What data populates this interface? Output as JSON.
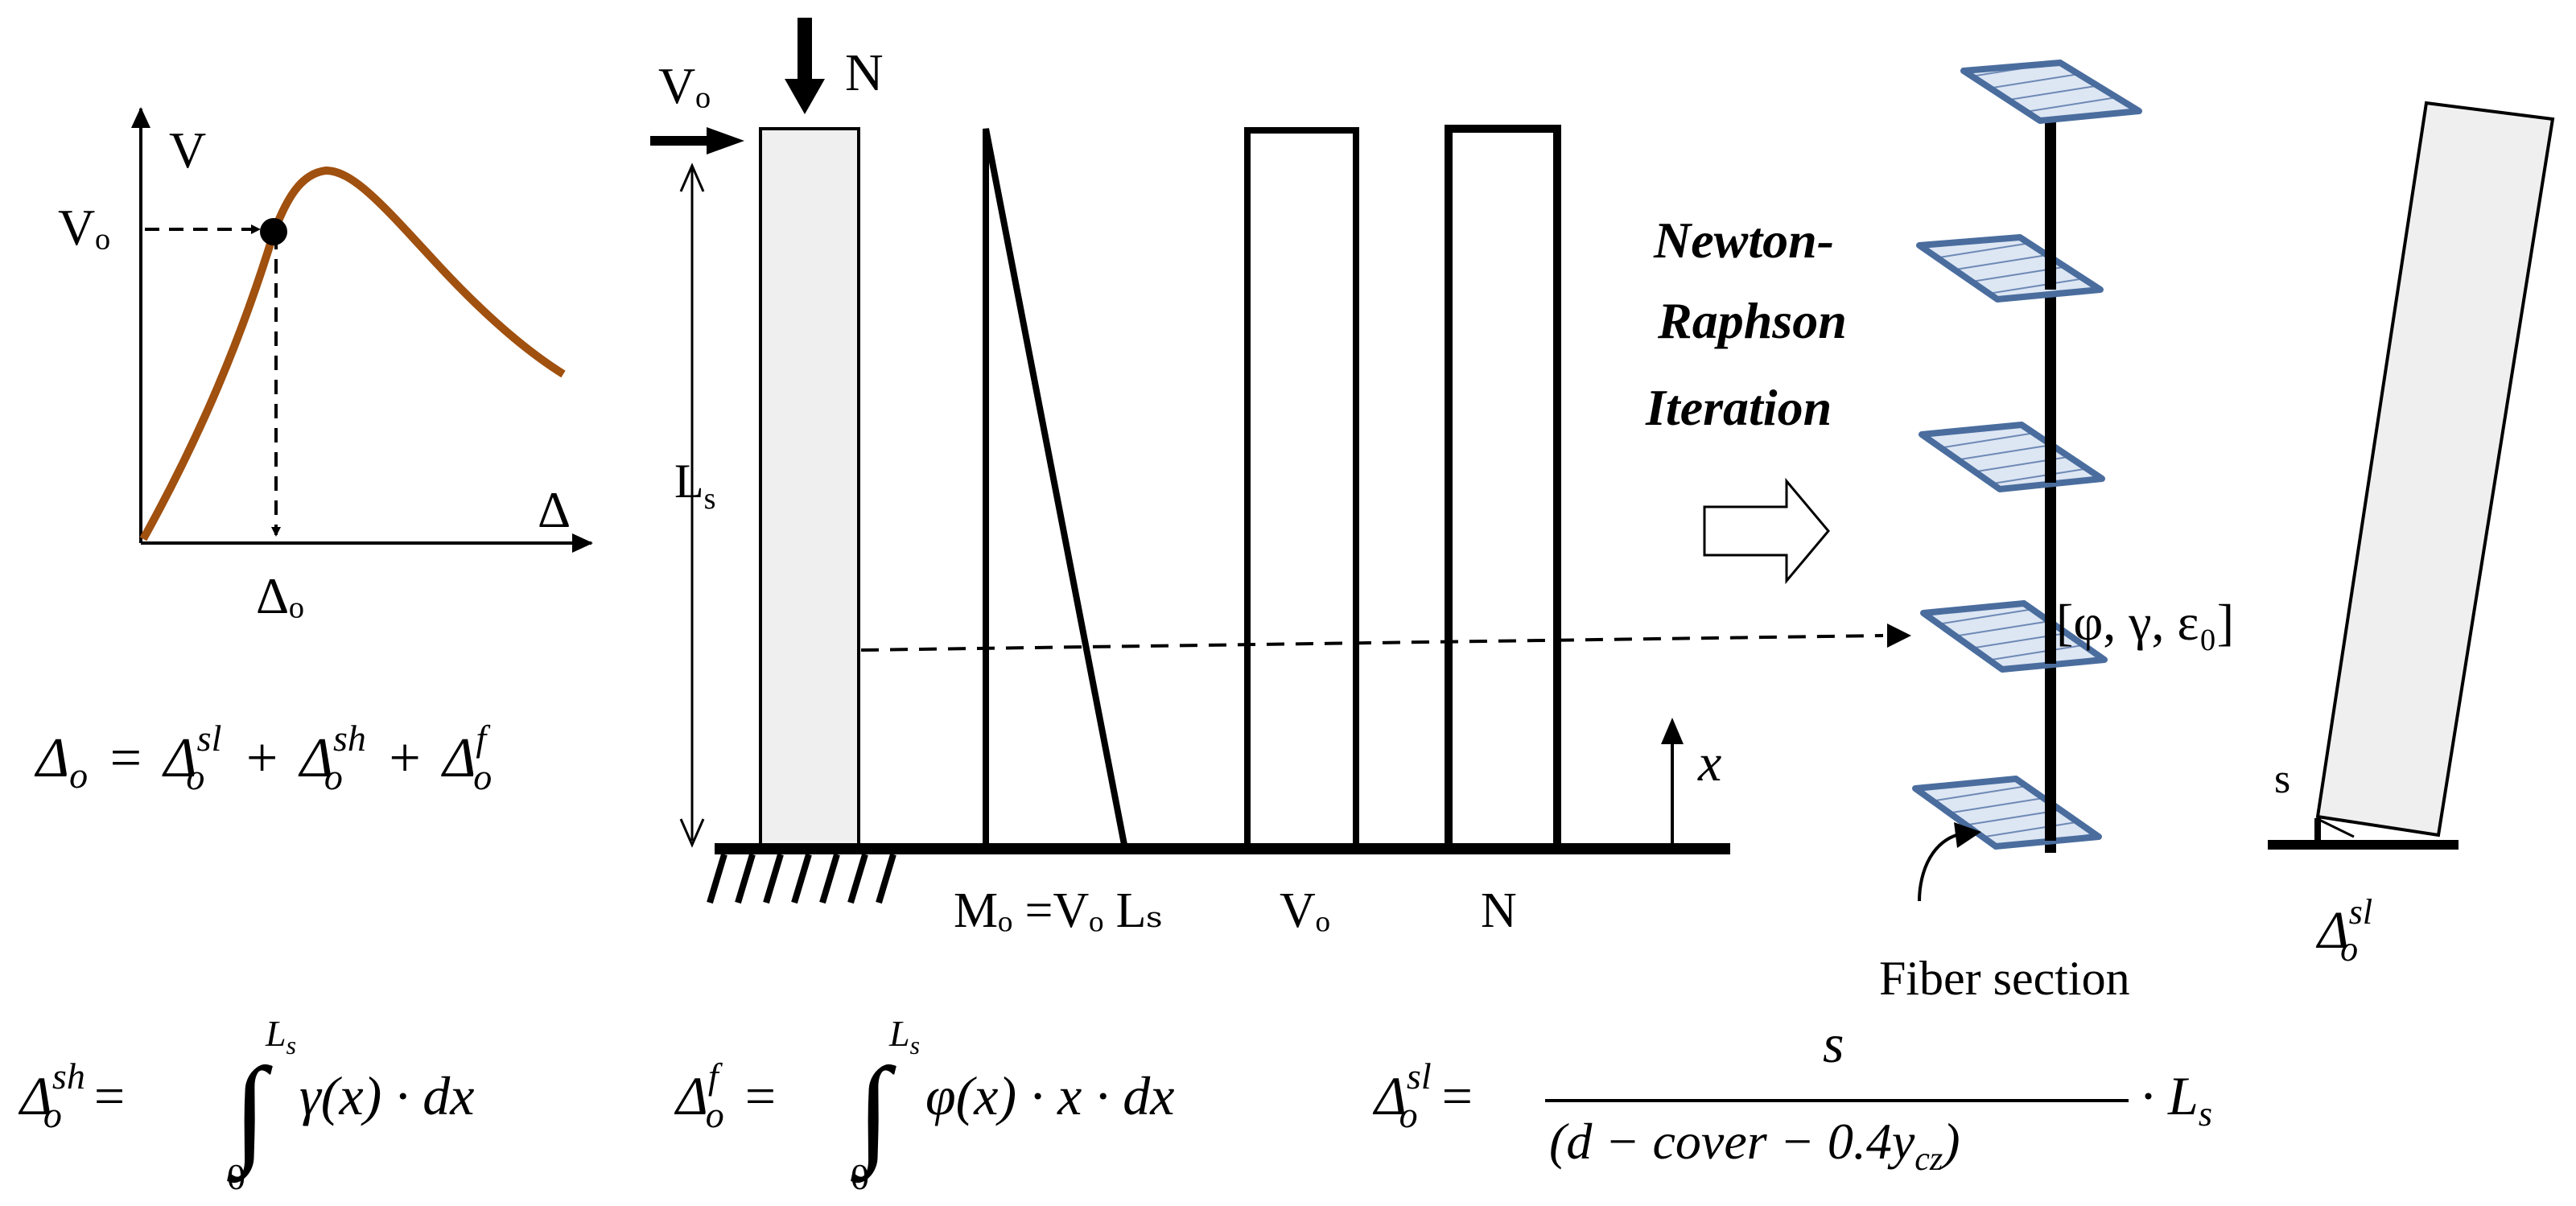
{
  "curve": {
    "y_axis": "V",
    "x_axis": "Δ",
    "point_v": "Vₒ",
    "point_d": "Δₒ",
    "curve_color": "#a0500f"
  },
  "equations": {
    "total": {
      "lhs": "Δ",
      "lhs_sub": "o",
      "eq": "=",
      "t1": "Δ",
      "t1_sup": "sl",
      "t1_sub": "o",
      "plus1": "+",
      "t2": "Δ",
      "t2_sup": "sh",
      "t2_sub": "o",
      "plus2": "+",
      "t3": "Δ",
      "t3_sup": "f",
      "t3_sub": "o"
    },
    "shear": {
      "lhs": "Δ",
      "lhs_sup": "sh",
      "lhs_sub": "o",
      "eq": "=",
      "int": "∫",
      "upper": "L",
      "upper_sub": "s",
      "lower": "0",
      "body": "γ(x) · dx"
    },
    "flexure": {
      "lhs": "Δ",
      "lhs_sup": "f",
      "lhs_sub": "o",
      "eq": "=",
      "int": "∫",
      "upper": "L",
      "upper_sub": "s",
      "lower": "0",
      "body": "φ(x) · x · dx"
    },
    "slip": {
      "lhs": "Δ",
      "lhs_sup": "sl",
      "lhs_sub": "o",
      "eq": "=",
      "num": "s",
      "den": "(d − cover − 0.4y",
      "den_sub": "cz",
      "den_close": ")",
      "tail": "· L",
      "tail_sub": "s"
    }
  },
  "column": {
    "shear_label": "Vₒ",
    "axial_label": "N",
    "length": "L",
    "length_sub": "s"
  },
  "diagrams": {
    "moment_label": "Mₒ =Vₒ Lₛ",
    "shear_label": "Vₒ",
    "axial_label": "N",
    "x_axis": "x"
  },
  "iteration": {
    "line1": "Newton-",
    "line2": "Raphson",
    "line3": "Iteration"
  },
  "fiber": {
    "vector": "[φ, γ, ε₀]",
    "caption": "Fiber section",
    "fill": "#dde6f3",
    "edge": "#4a6d9e"
  },
  "slip_fig": {
    "s_label": "s",
    "delta": "Δ",
    "delta_sup": "sl",
    "delta_sub": "o"
  }
}
